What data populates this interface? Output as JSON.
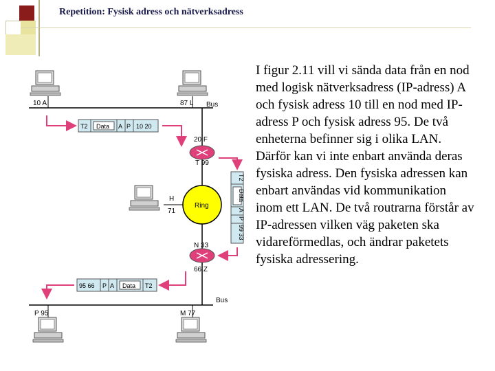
{
  "title": "Repetition: Fysisk adress och nätverksadress",
  "body_text": "I figur 2.11 vill vi sända data från en nod med logisk nätverksadress (IP-adress) A och fysisk adress 10 till en nod med IP-adress P och fysisk adress 95. De två enheterna befinner sig i olika LAN. Därför kan vi inte enbart använda deras fysiska adress. Den fysiska adressen kan enbart användas vid kommunikation inom ett LAN. De två routrarna förstår av IP-adressen vilken väg paketen ska vidareförmedlas, och ändrar paketets fysiska adressering.",
  "diagram": {
    "top_bus_label": "Bus",
    "bottom_bus_label": "Bus",
    "ring_label": "Ring",
    "node_10_a": "10  A",
    "node_87_l": "87  L",
    "router1_top": "20  F",
    "router1_bottom": "T  99",
    "node_h": "H",
    "node_71": "71",
    "router2_top": "N  33",
    "router2_bottom": "66  Z",
    "node_p_95": "P  95",
    "node_m_77": "M  77",
    "frame1": [
      "T2",
      "Data",
      "A",
      "P",
      "10  20"
    ],
    "frame2": [
      "T2",
      "Data",
      "A",
      "P",
      "99  33"
    ],
    "frame3": [
      "95  66",
      "P",
      "A",
      "Data",
      "T2"
    ]
  },
  "colors": {
    "title": "#1a1a4a",
    "ring": "#ffff00",
    "router": "#e0407a",
    "arrow": "#e0407a",
    "packet": "#d0e8f0"
  }
}
